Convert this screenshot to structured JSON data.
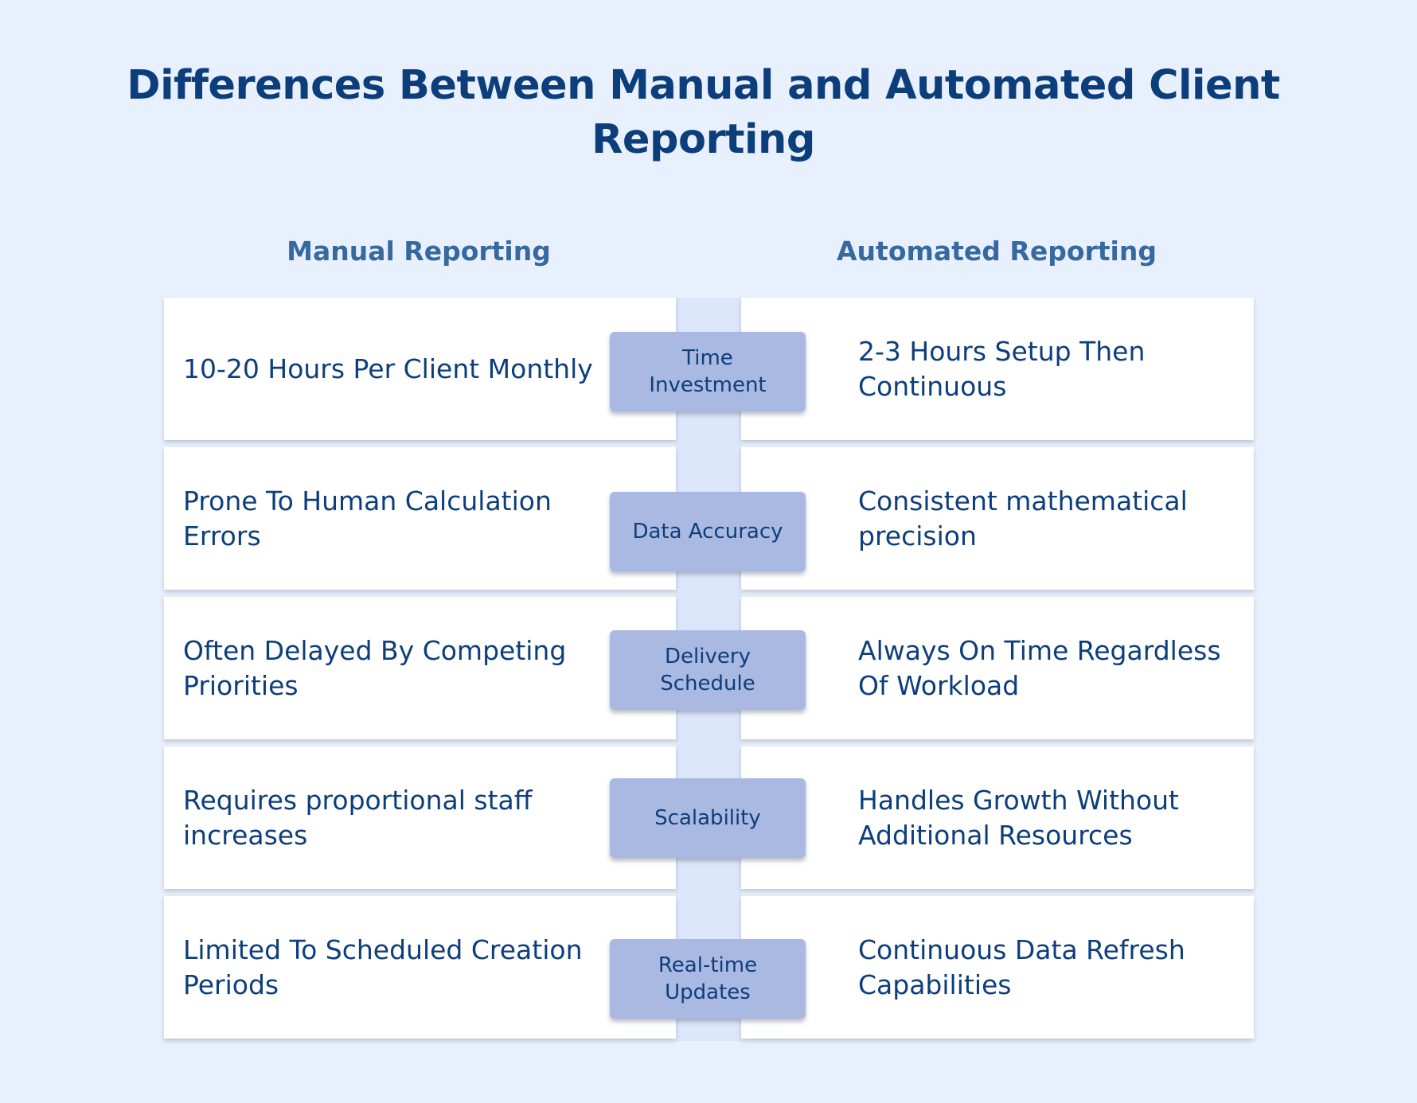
{
  "title": "Differences Between Manual and Automated Client Reporting",
  "columns": {
    "manual": "Manual Reporting",
    "automated": "Automated Reporting"
  },
  "rows": [
    {
      "category": "Time Investment",
      "manual": "10-20 Hours Per Client Monthly",
      "automated": "2-3 Hours Setup Then Continuous"
    },
    {
      "category": "Data Accuracy",
      "manual": "Prone To Human Calculation Errors",
      "automated": "Consistent mathematical precision"
    },
    {
      "category": "Delivery Schedule",
      "manual": "Often Delayed By Competing Priorities",
      "automated": "Always On Time Regardless Of Workload"
    },
    {
      "category": "Scalability",
      "manual": "Requires proportional staff increases",
      "automated": "Handles Growth Without Additional Resources"
    },
    {
      "category": "Real-time Updates",
      "manual": "Limited To Scheduled Creation Periods",
      "automated": "Continuous Data Refresh Capabilities"
    }
  ],
  "colors": {
    "background": "#e9f0fd",
    "title": "#0d3e7c",
    "column_header": "#3769a1",
    "card": "#ffffff",
    "pill": "#a9b9e1"
  }
}
